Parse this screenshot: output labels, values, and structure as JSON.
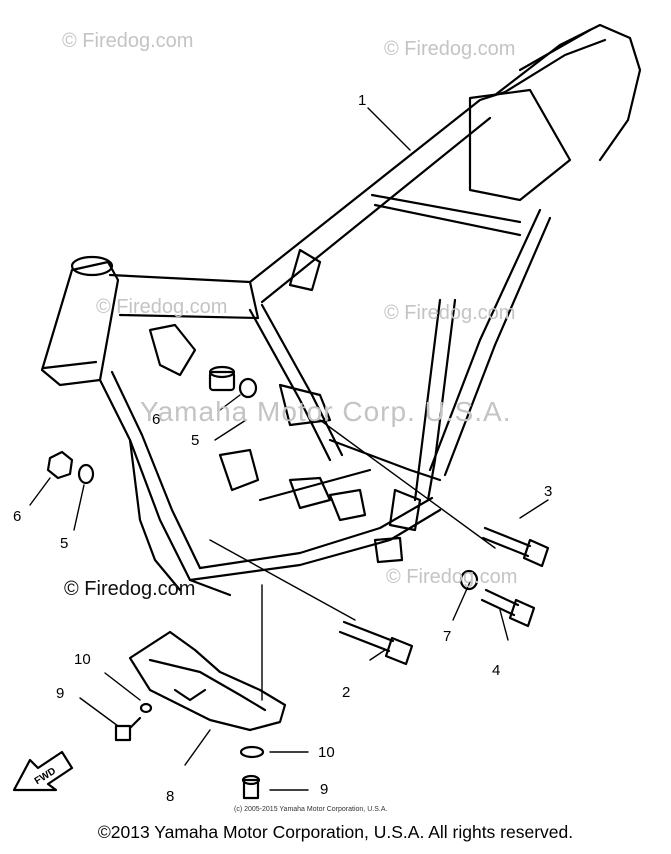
{
  "watermarks": {
    "w1": "© Firedog.com",
    "w2": "© Firedog.com",
    "w3": "© Firedog.com",
    "w4": "© Firedog.com",
    "w5": "© Firedog.com",
    "center": "Yamaha Motor Corp. U.S.A."
  },
  "firedog_label": "© Firedog.com",
  "callouts": {
    "c1": "1",
    "c2": "2",
    "c3": "3",
    "c4": "4",
    "c5a": "5",
    "c5b": "5",
    "c6a": "6",
    "c6b": "6",
    "c7": "7",
    "c8": "8",
    "c9a": "9",
    "c9b": "9",
    "c10a": "10",
    "c10b": "10"
  },
  "fwd_label": "FWD",
  "fine_print": "(c) 2005-2015 Yamaha Motor Corporation, U.S.A.",
  "footer": "©2013 Yamaha Motor Corporation, U.S.A. All rights reserved."
}
